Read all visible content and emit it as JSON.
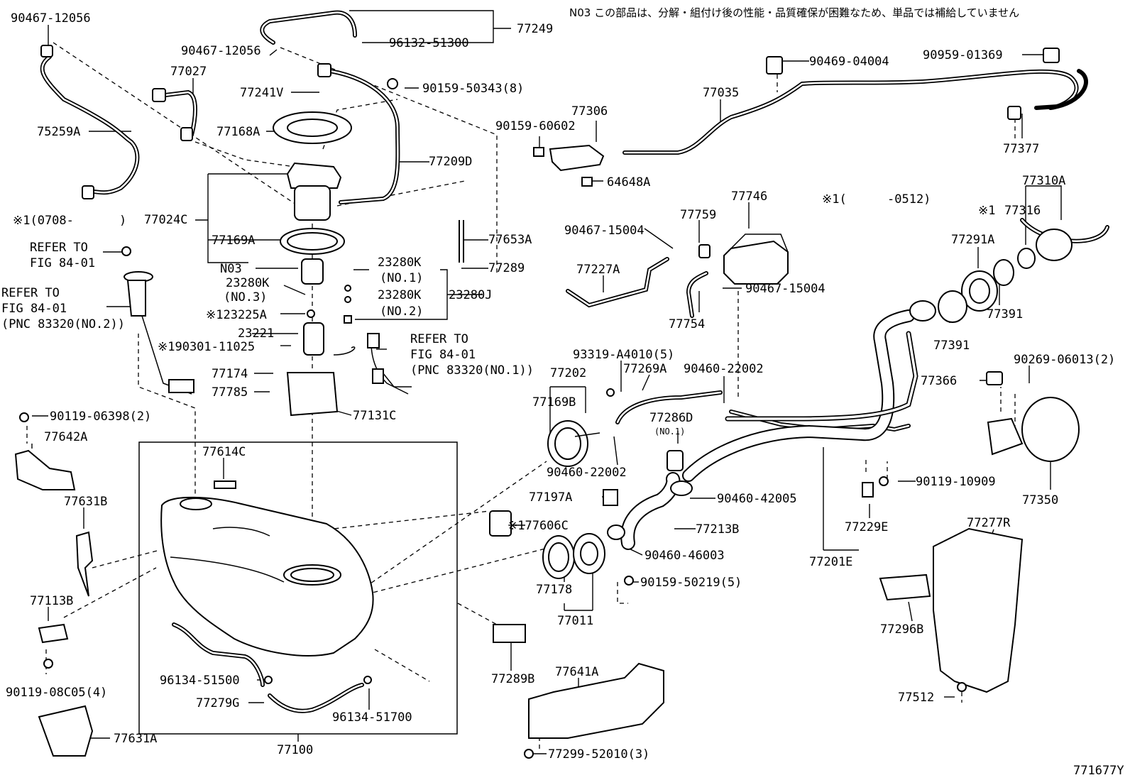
{
  "diagram_id": "771677Y",
  "note": "N03 この部品は、分解・組付け後の性能・品質確保が困難なため、単品では補給していません",
  "labels": {
    "p90467_12056_a": "90467-12056",
    "p77249": "77249",
    "p96132_51300": "96132-51300",
    "p90467_12056_b": "90467-12056",
    "p77027": "77027",
    "p77241V": "77241V",
    "p90159_50343": "90159-50343(8)",
    "p75259A": "75259A",
    "p77168A": "77168A",
    "p77209D": "77209D",
    "p90159_60602": "90159-60602",
    "p77306": "77306",
    "p64648A": "64648A",
    "p90469_04004": "90469-04004",
    "p77035": "77035",
    "p90959_01369": "90959-01369",
    "p77377": "77377",
    "p77310A": "77310A",
    "p_note1_0512a": "※1(",
    "p_note1_0512b": "-0512)",
    "p_note1_0708a": "※1(0708-",
    "p_note1_0708b": ")",
    "p77024C": "77024C",
    "p77169A": "77169A",
    "p77653A": "77653A",
    "p77289": "77289",
    "pN03": "N03",
    "p23280K_a": "23280K",
    "p23280K_no3": "(NO.3)",
    "p23280K_b": "23280K",
    "p23280K_no1": "(NO.1)",
    "p23280K_c": "23280K",
    "p23280K_no2": "(NO.2)",
    "p23280J": "23280J",
    "p123225A": "※123225A",
    "p23221": "23221",
    "p190301_11025": "※190301-11025",
    "refer1_a": "REFER TO",
    "refer1_b": "FIG 84-01",
    "refer2_a": "REFER TO",
    "refer2_b": "FIG 84-01",
    "refer2_c": "(PNC 83320(NO.2))",
    "refer3_a": "REFER TO",
    "refer3_b": "FIG 84-01",
    "refer3_c": "(PNC 83320(NO.1))",
    "p77174": "77174",
    "p77785": "77785",
    "p77131C": "77131C",
    "p90119_06398": "90119-06398(2)",
    "p77642A": "77642A",
    "p77614C": "77614C",
    "p77631B": "77631B",
    "p77113B": "77113B",
    "p90119_08C05": "90119-08C05(4)",
    "p96134_51500": "96134-51500",
    "p77279G": "77279G",
    "p96134_51700": "96134-51700",
    "p77631A": "77631A",
    "p77100": "77100",
    "p90467_15004_a": "90467-15004",
    "p77759": "77759",
    "p77746": "77746",
    "p77227A": "77227A",
    "p90467_15004_b": "90467-15004",
    "p77754": "77754",
    "p93319_A4010": "93319-A4010(5)",
    "p77202": "77202",
    "p77269A": "77269A",
    "p90460_22002_a": "90460-22002",
    "p77169B": "77169B",
    "p77286D": "77286D",
    "p77286D_no1": "(NO.1)",
    "p90460_22002_b": "90460-22002",
    "p90460_42005": "90460-42005",
    "p77197A": "77197A",
    "p177606C": "※177606C",
    "p77213B": "77213B",
    "p90460_46003": "90460-46003",
    "p90159_50219": "90159-50219(5)",
    "p77178": "77178",
    "p77011": "77011",
    "p77289B": "77289B",
    "p77641A": "77641A",
    "p77299_52010": "77299-52010(3)",
    "p77316_mark": "※1",
    "p77316": "77316",
    "p77291A": "77291A",
    "p77391_a": "77391",
    "p77391_b": "77391",
    "p77366": "77366",
    "p90269_06013": "90269-06013(2)",
    "p90119_10909": "90119-10909",
    "p77350": "77350",
    "p77229E": "77229E",
    "p77201E": "77201E",
    "p77277R": "77277R",
    "p77296B": "77296B",
    "p77512": "77512"
  }
}
